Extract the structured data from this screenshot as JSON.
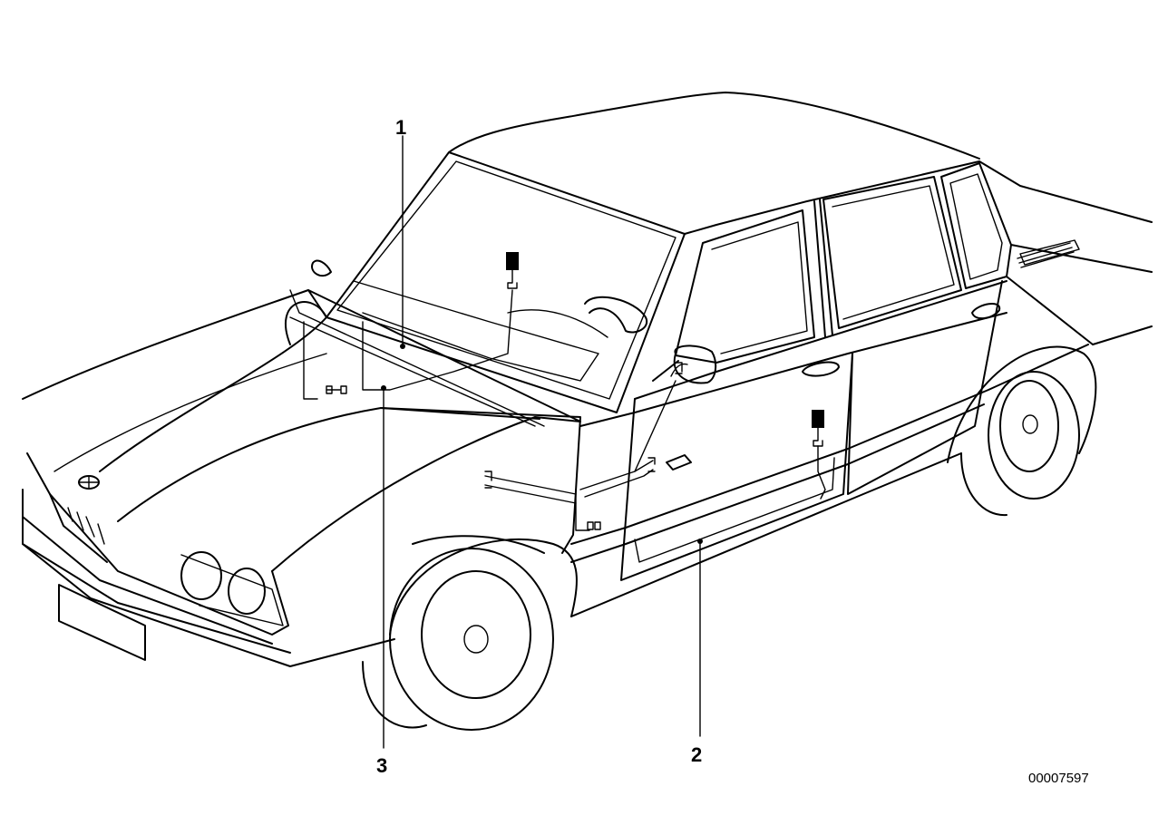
{
  "callouts": [
    {
      "id": "1",
      "label": "1"
    },
    {
      "id": "2",
      "label": "2"
    },
    {
      "id": "3",
      "label": "3"
    }
  ],
  "diagram_number": "00007597"
}
